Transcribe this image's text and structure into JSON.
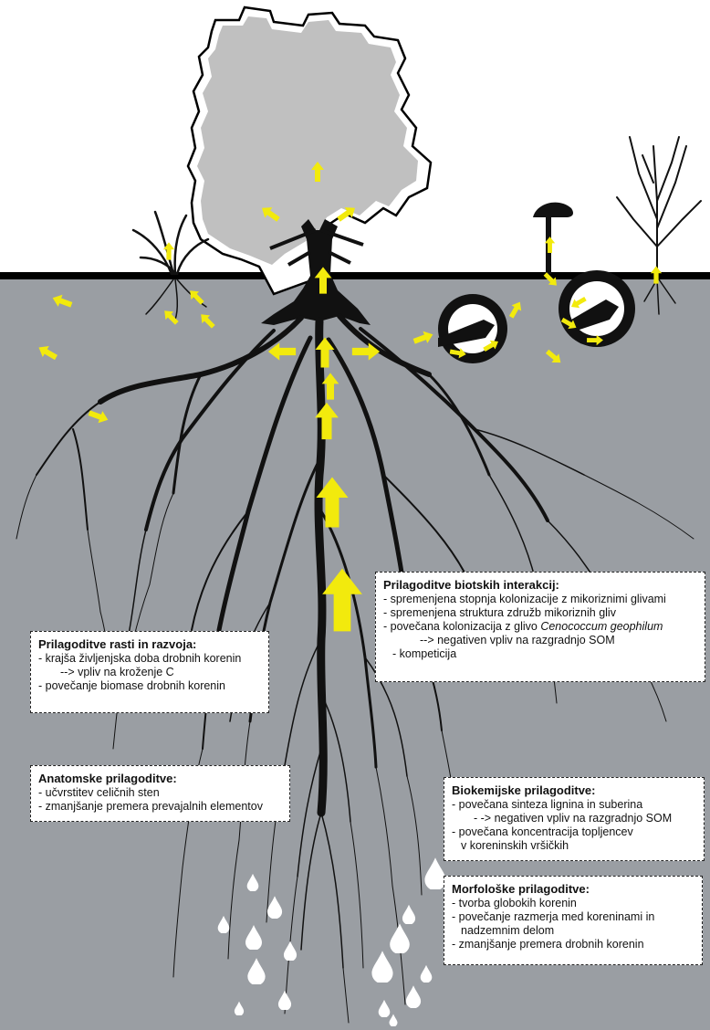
{
  "colors": {
    "canopy": "#c0c0c0",
    "soil": "#9a9ea3",
    "roots": "#111111",
    "arrows": "#f2ea0d",
    "water_drops": "#ffffff"
  },
  "boxes": {
    "growth": {
      "title": "Prilagoditve rasti in razvoja:",
      "lines": [
        "- krajša življenjska doba drobnih korenin",
        "--> vpliv na kroženje C",
        "- povečanje biomase drobnih korenin"
      ]
    },
    "anatomical": {
      "title": "Anatomske prilagoditve:",
      "lines": [
        "- učvrstitev celičnih sten",
        "- zmanjšanje premera prevajalnih elementov"
      ]
    },
    "biotic": {
      "title": "Prilagoditve biotskih interakcij:",
      "lines": [
        "- spremenjena stopnja kolonizacije z mikoriznimi glivami",
        "- spremenjena struktura združb mikoriznih gliv"
      ],
      "line3_prefix": "- povečana kolonizacija z glivo ",
      "line3_species": "Cenococcum geophilum",
      "lines_after": [
        "--> negativen vpliv na razgradnjo SOM",
        "- kompeticija"
      ]
    },
    "biochemical": {
      "title": "Biokemijske prilagoditve:",
      "lines": [
        "- povečana sinteza lignina in suberina",
        "- -> negativen vpliv na razgradnjo SOM",
        "- povečana koncentracija topljencev",
        "v koreninskih vršičkih"
      ]
    },
    "morphological": {
      "title": "Morfološke prilagoditve:",
      "lines": [
        "- tvorba globokih  korenin",
        "- povečanje razmerja med koreninami in",
        "nadzemnim delom",
        "- zmanjšanje premera drobnih korenin"
      ]
    }
  }
}
